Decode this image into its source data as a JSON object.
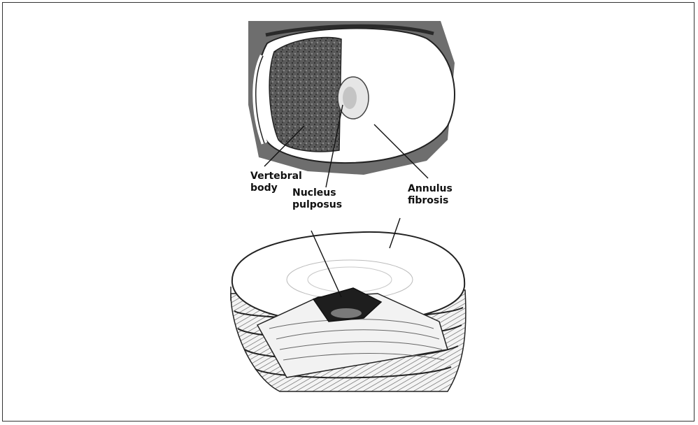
{
  "labels": {
    "vertebral_body": [
      "Vertebral",
      "body"
    ],
    "nucleus_pulposus": [
      "Nucleus",
      "pulposus"
    ],
    "annulus_fibrosis": [
      "Annulus",
      "fibrosis"
    ]
  }
}
